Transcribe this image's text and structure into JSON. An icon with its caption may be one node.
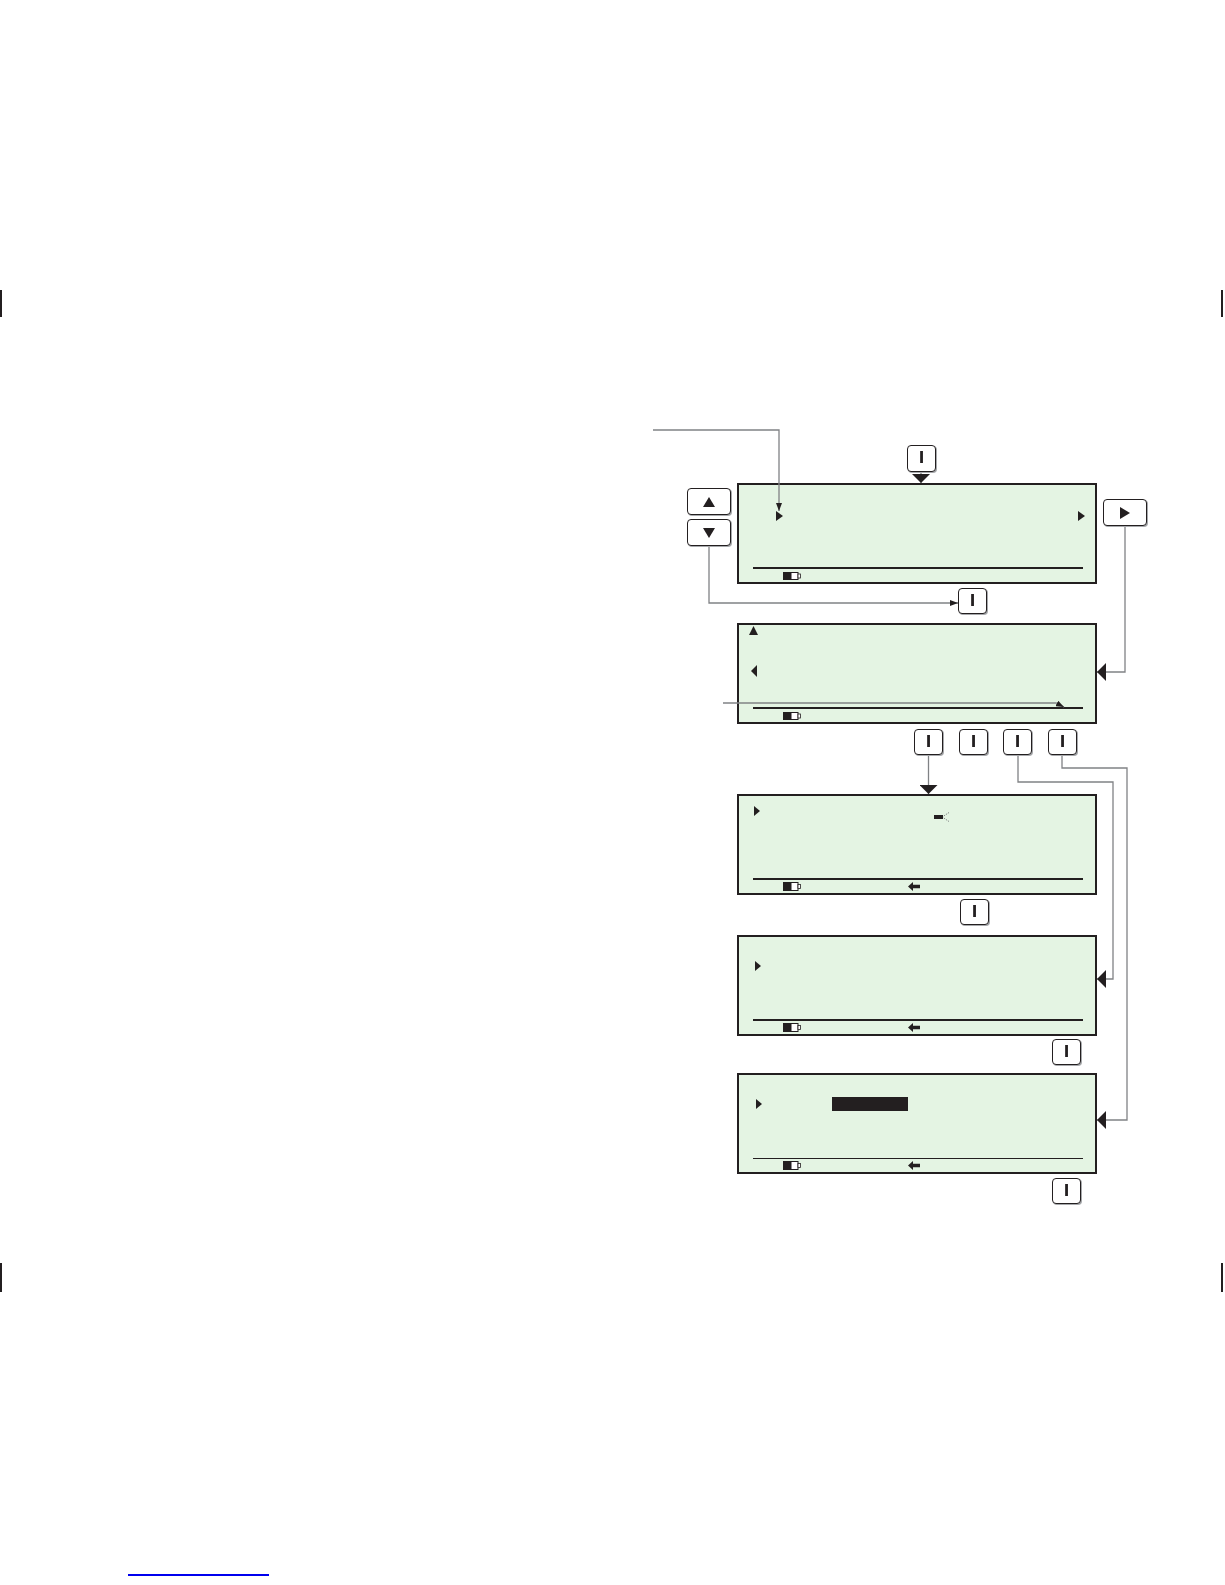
{
  "diagram": {
    "nodes": [
      {
        "text": [
          "I"
        ]
      },
      {
        "text": [],
        "shape": "box"
      },
      {
        "text": [],
        "shape": "box"
      },
      {
        "text": [],
        "shape": "box"
      },
      {
        "text": [],
        "shape": "triangle",
        "in": 3
      },
      {
        "text": [],
        "shape": "box"
      },
      {
        "text": [
          "I"
        ]
      },
      {
        "text": [],
        "shape": "box"
      },
      {
        "text": [],
        "shape": "line",
        "in": 7
      },
      {
        "text": [
          "I"
        ]
      },
      {
        "text": [
          "I"
        ]
      },
      {
        "text": [
          "I"
        ]
      },
      {
        "text": [
          "I"
        ]
      },
      {
        "text": [],
        "shape": "box"
      },
      {
        "text": [
          "I"
        ]
      },
      {
        "text": [],
        "shape": "box"
      },
      {
        "text": [
          "I"
        ]
      },
      {
        "text": [],
        "shape": "box"
      },
      {
        "text": [
          "I"
        ]
      }
    ],
    "edges": [
      {
        "from": null,
        "to": 4,
        "arrow": "to"
      },
      {
        "from": 0,
        "to": 3,
        "arrow": "to"
      },
      {
        "from": 2,
        "to": 6,
        "arrow": "to"
      },
      {
        "from": 5,
        "to": 7,
        "arrow": "to"
      },
      {
        "from": null,
        "to": 8,
        "arrow": "to"
      },
      {
        "from": 9,
        "to": 13,
        "arrow": "to"
      },
      {
        "from": 11,
        "to": 15,
        "arrow": "to"
      },
      {
        "from": 12,
        "to": 17,
        "arrow": "to"
      }
    ]
  }
}
